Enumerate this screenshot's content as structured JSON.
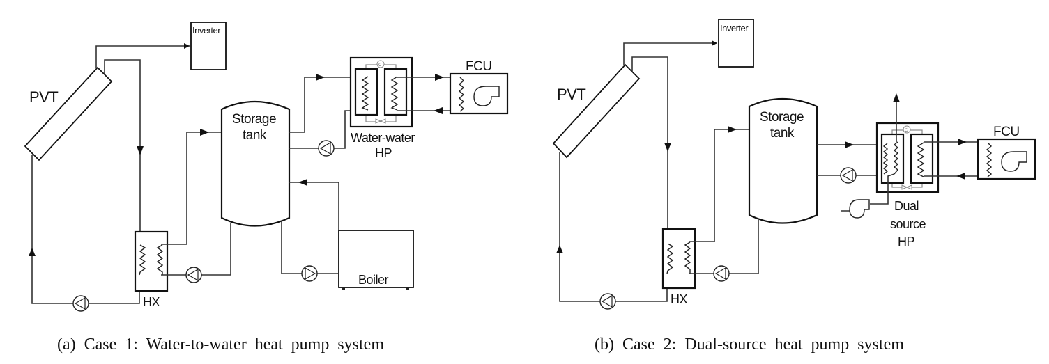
{
  "panels": [
    {
      "id": "a",
      "caption": "(a) Case 1: Water-to-water heat pump system",
      "labels": {
        "inverter": "Inverter",
        "pvt": "PVT",
        "storage_line1": "Storage",
        "storage_line2": "tank",
        "hx": "HX",
        "fcu": "FCU",
        "hp_line1": "Water-water",
        "hp_line2": "HP",
        "boiler": "Boiler",
        "compressor": "C"
      }
    },
    {
      "id": "b",
      "caption": "(b) Case 2: Dual-source heat pump system",
      "labels": {
        "inverter": "Inverter",
        "pvt": "PVT",
        "storage_line1": "Storage",
        "storage_line2": "tank",
        "hx": "HX",
        "fcu": "FCU",
        "hp_line1": "Dual",
        "hp_line2": "source",
        "hp_line3": "HP",
        "compressor": "C"
      }
    }
  ]
}
